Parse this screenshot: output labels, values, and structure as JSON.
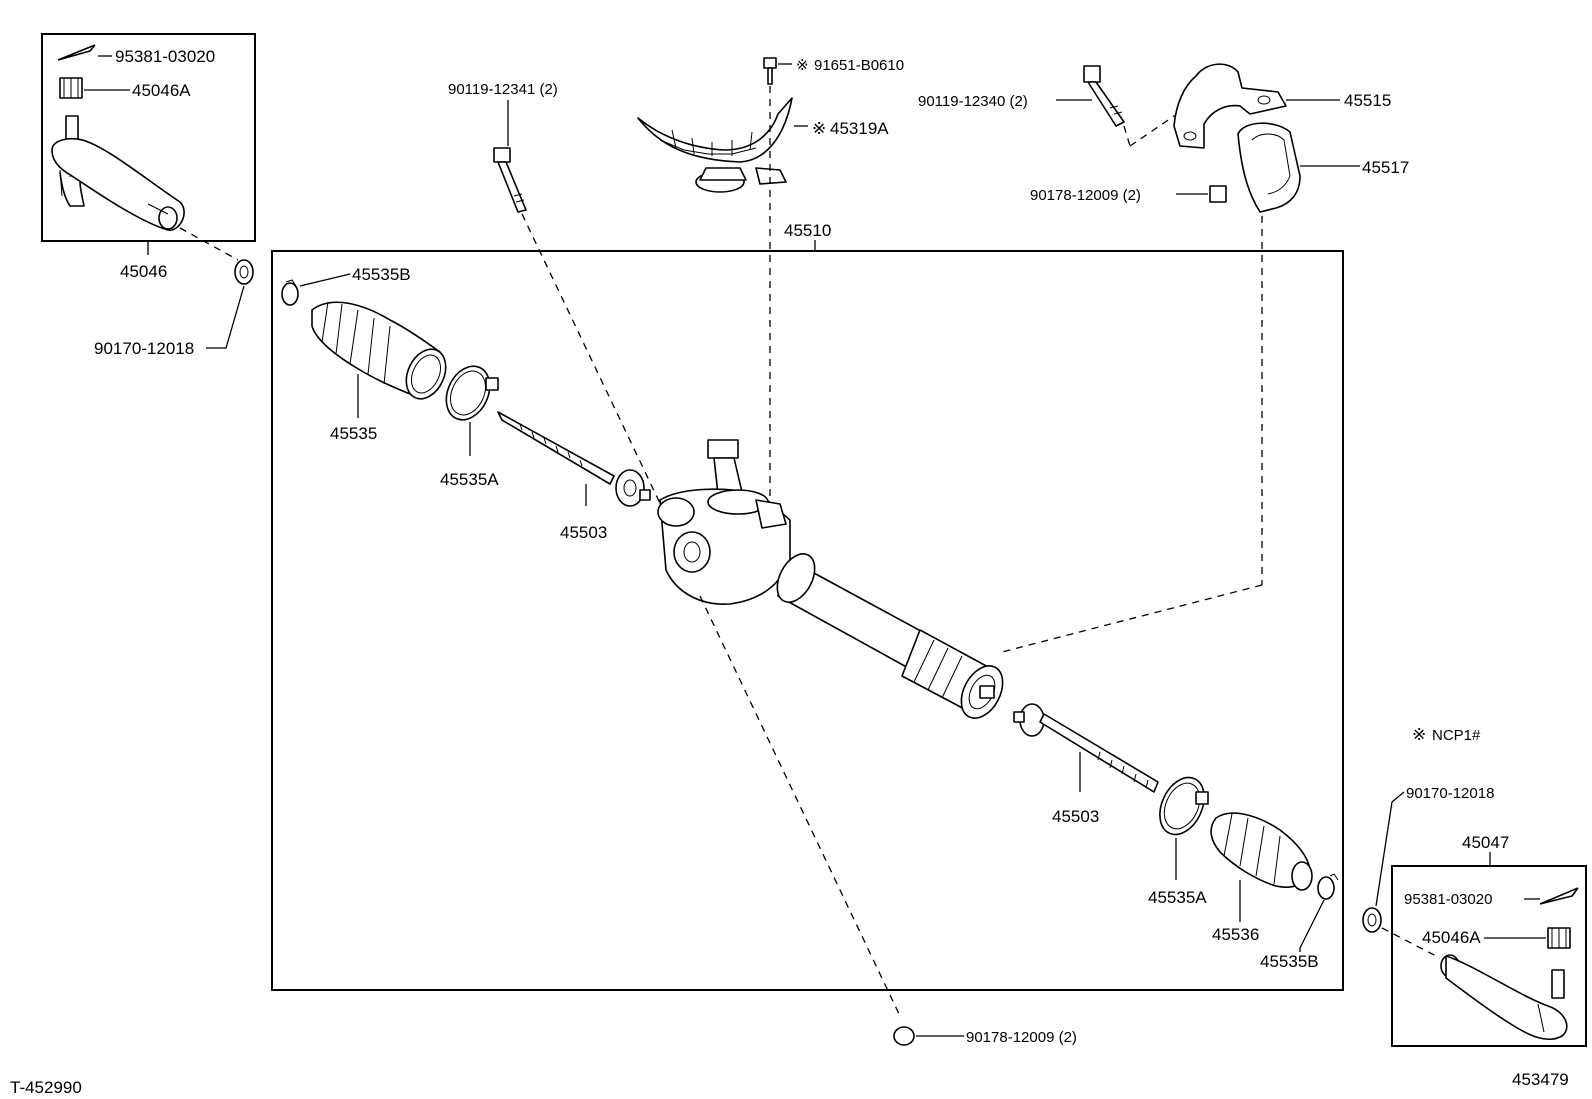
{
  "labels": {
    "cotter_pin_left": "95381-03020",
    "nut_left": "45046A",
    "tie_rod_end_left": "45046",
    "washer_nut_left": "90170-12018",
    "clamp_b_left": "45535B",
    "boot_left": "45535",
    "clamp_a_left": "45535A",
    "rack_end_left": "45503",
    "bolt_left": "90119-12341 (2)",
    "screw_top": "91651-B0610",
    "cover_top": "45319A",
    "gear_assembly": "45510",
    "bolt_right": "90119-12340 (2)",
    "bracket": "45515",
    "bushing": "45517",
    "nut_right": "90178-12009 (2)",
    "rack_end_right": "45503",
    "clamp_a_right": "45535A",
    "boot_right": "45536",
    "clamp_b_right": "45535B",
    "washer_nut_right": "90170-12018",
    "tie_rod_end_right": "45047",
    "cotter_pin_right": "95381-03020",
    "nut_right_end": "45046A",
    "nut_bottom": "90178-12009 (2)",
    "note_ncp": "NCP1#",
    "note_mark": "※",
    "illustration_id": "T-452990",
    "page_id": "453479"
  }
}
